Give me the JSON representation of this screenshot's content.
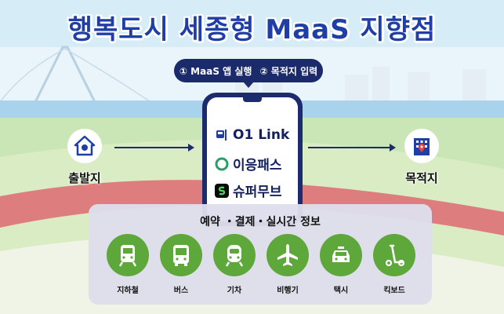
{
  "title": "행복도시 세종형 MaaS 지향점",
  "bubble": {
    "step1": "① MaaS 앱 실행",
    "step2": "② 목적지 입력"
  },
  "apps": [
    {
      "label": "O1 Link",
      "icon": "bus-stop-icon",
      "color": "#1f3fa6"
    },
    {
      "label": "이응패스",
      "icon": "ieung-logo-icon",
      "color": "#2a9d6c"
    },
    {
      "label": "슈퍼무브",
      "icon": "supermove-logo-icon",
      "color": "#0a0a0a"
    }
  ],
  "origin": {
    "label": "출발지",
    "icon": "house-location-icon"
  },
  "destination": {
    "label": "목적지",
    "icon": "building-location-icon"
  },
  "panel": {
    "title": "예약 ・결제・실시간 정보",
    "modes": [
      {
        "label": "지하철",
        "icon": "subway-icon"
      },
      {
        "label": "버스",
        "icon": "bus-icon"
      },
      {
        "label": "기차",
        "icon": "train-icon"
      },
      {
        "label": "비행기",
        "icon": "airplane-icon"
      },
      {
        "label": "택시",
        "icon": "taxi-icon"
      },
      {
        "label": "킥보드",
        "icon": "kickboard-icon"
      }
    ]
  },
  "colors": {
    "navy": "#1c2a6e",
    "title_blue": "#1f3fa6",
    "mode_green": "#5ea83b",
    "panel_gray": "#dedeec"
  }
}
